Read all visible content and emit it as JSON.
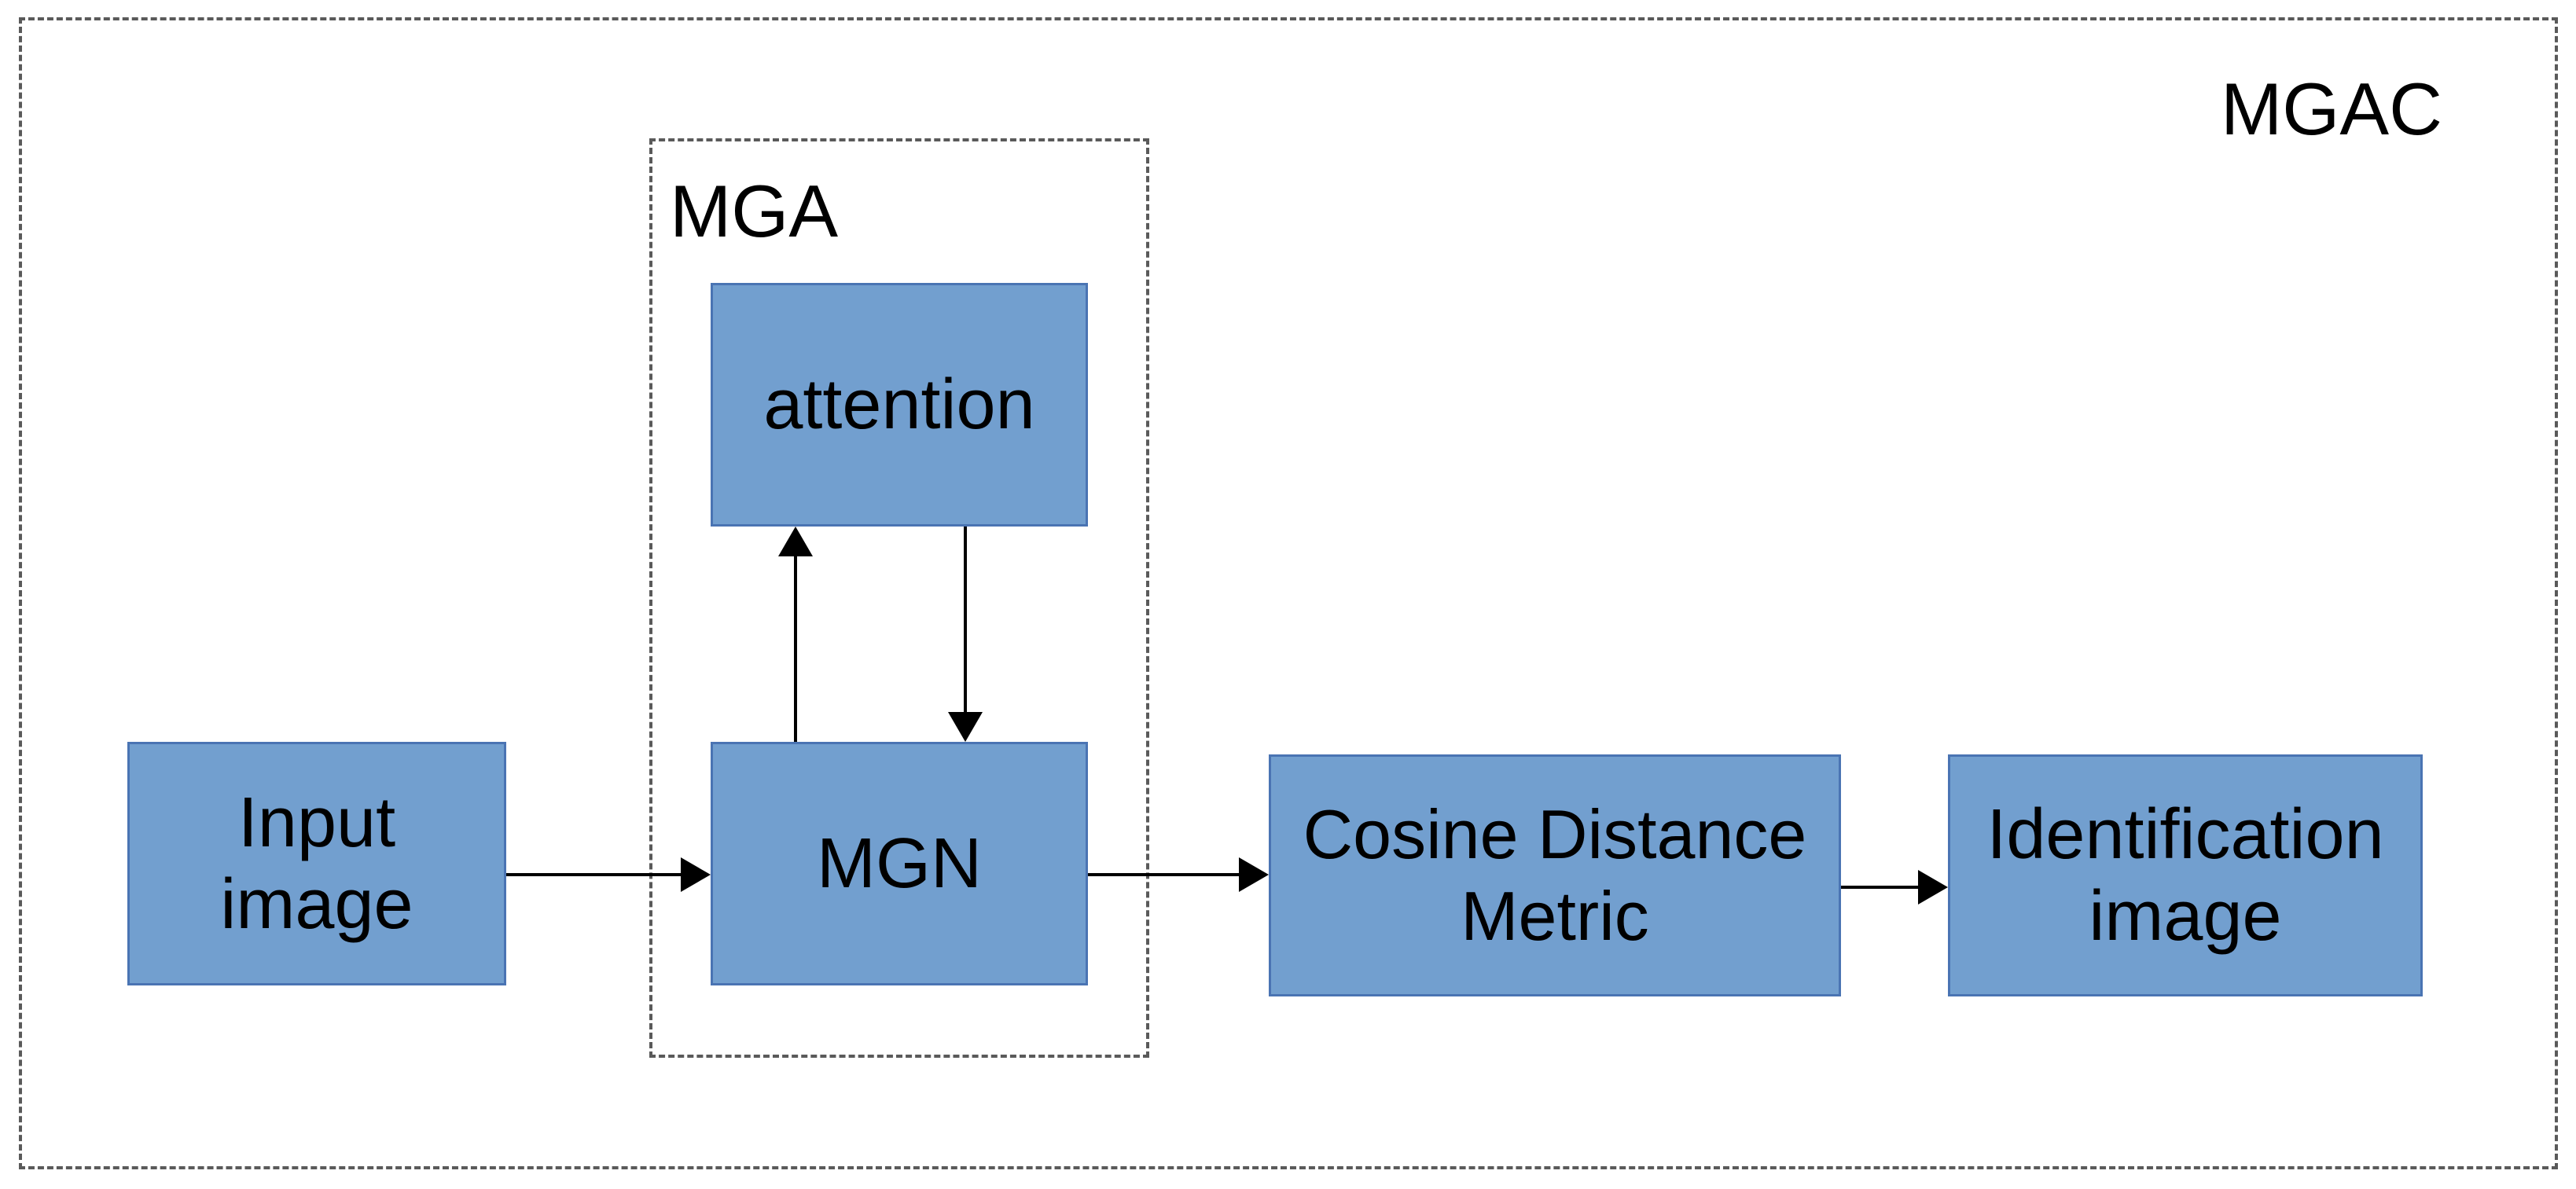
{
  "diagram": {
    "outer_group_label": "MGAC",
    "inner_group_label": "MGA",
    "block_fill": "#729fcf",
    "block_border": "#4a74b3",
    "nodes": {
      "input": "Input\nimage",
      "attention": "attention",
      "mgn": "MGN",
      "cosine": "Cosine Distance\nMetric",
      "identification": "Identification\nimage"
    },
    "edges": [
      {
        "from": "input",
        "to": "mgn"
      },
      {
        "from": "mgn",
        "to": "attention"
      },
      {
        "from": "attention",
        "to": "mgn"
      },
      {
        "from": "mgn",
        "to": "cosine"
      },
      {
        "from": "cosine",
        "to": "identification"
      }
    ]
  }
}
